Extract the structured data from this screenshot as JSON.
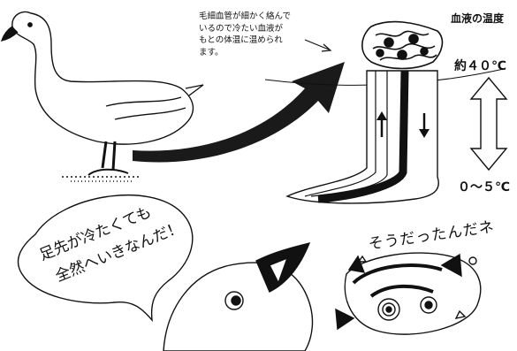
{
  "annotation": {
    "lines": [
      "毛細血管が細かく絡んで",
      "いるので冷たい血液が",
      "もとの体温に温められ",
      "ます。"
    ]
  },
  "labels": {
    "blood_temp_title": "血液の温度",
    "temp_high": "約４０℃",
    "temp_low": "０〜５℃"
  },
  "speech_bubble": {
    "line1": "足先が冷たくても",
    "line2": "全然へいきなんだ！"
  },
  "exclamation": "そうだったんだネ",
  "colors": {
    "ink": "#111111",
    "background": "#ffffff",
    "arrow": "#1a1a1a"
  }
}
